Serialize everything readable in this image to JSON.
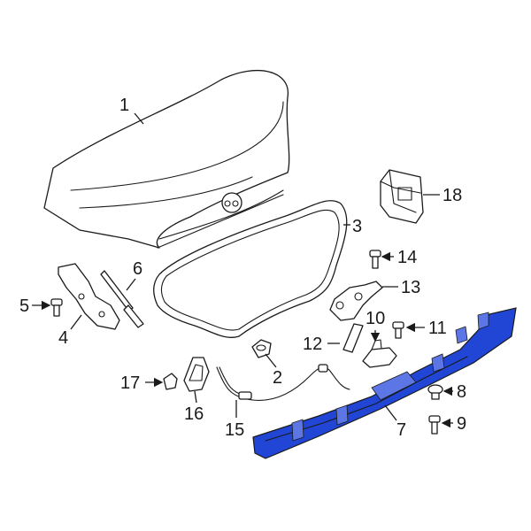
{
  "diagram": {
    "highlight_color": "#2146d6",
    "line_color": "#1a1a1a",
    "background": "#ffffff",
    "callouts": {
      "c1": "1",
      "c2": "2",
      "c3": "3",
      "c4": "4",
      "c5": "5",
      "c6": "6",
      "c7": "7",
      "c8": "8",
      "c9": "9",
      "c10": "10",
      "c11": "11",
      "c12": "12",
      "c13": "13",
      "c14": "14",
      "c15": "15",
      "c16": "16",
      "c17": "17",
      "c18": "18"
    }
  }
}
